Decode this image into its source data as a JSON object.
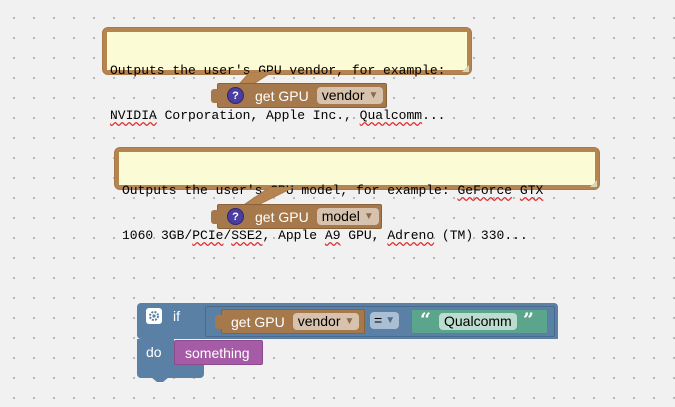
{
  "comments": [
    {
      "id": "vendor",
      "line1_parts": [
        "Outputs the user's GPU vendor, for example:"
      ],
      "line2_parts": [
        {
          "t": "NVIDIA",
          "wavy": true
        },
        {
          "t": " Corporation, Apple Inc., ",
          "wavy": false
        },
        {
          "t": "Qualcomm",
          "wavy": true
        },
        {
          "t": "...",
          "wavy": false
        }
      ]
    },
    {
      "id": "model",
      "line1_parts": [
        {
          "t": "Outputs the user's GPU model, for example: ",
          "wavy": false
        },
        {
          "t": "GeForce",
          "wavy": true
        },
        {
          "t": " ",
          "wavy": false
        },
        {
          "t": "GTX",
          "wavy": true
        }
      ],
      "line2_parts": [
        {
          "t": "1060 3GB/",
          "wavy": false
        },
        {
          "t": "PCIe",
          "wavy": true
        },
        {
          "t": "/",
          "wavy": false
        },
        {
          "t": "SSE2",
          "wavy": true
        },
        {
          "t": ", Apple ",
          "wavy": false
        },
        {
          "t": "A9",
          "wavy": true
        },
        {
          "t": " GPU, ",
          "wavy": false
        },
        {
          "t": "Adreno",
          "wavy": true
        },
        {
          "t": " (TM) 330...",
          "wavy": false
        }
      ]
    }
  ],
  "blocks": {
    "vendor_block": {
      "help": "?",
      "label": "get GPU",
      "dropdown": "vendor"
    },
    "model_block": {
      "help": "?",
      "label": "get GPU",
      "dropdown": "model"
    },
    "if_block": {
      "if_label": "if",
      "do_label": "do",
      "condition": {
        "label": "get GPU",
        "dropdown": "vendor",
        "operator": "=",
        "text_open_quote": "“",
        "text_value": "Qualcomm",
        "text_close_quote": "”"
      },
      "statement": "something"
    }
  },
  "glyphs": {
    "dropdown_arrow": "▼"
  },
  "colors": {
    "workspace": "#f1f1f1",
    "sensing_block": "#a5794c",
    "logic_block": "#5b80a5",
    "text_block": "#5ba58c",
    "procedure_block": "#a55ba5",
    "comment_bg": "#fbfbd5"
  }
}
